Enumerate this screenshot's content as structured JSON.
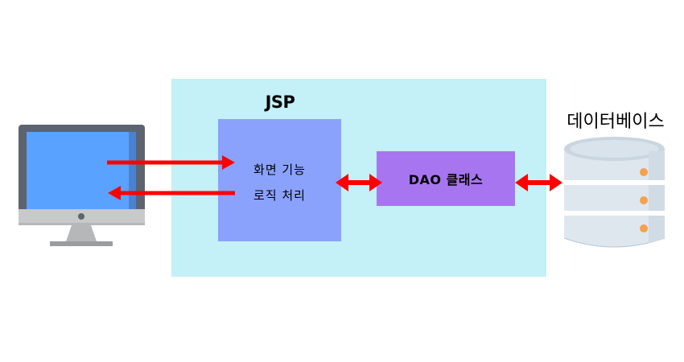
{
  "jsp": {
    "title": "JSP",
    "line1": "화면 기능",
    "line2": "로직 처리"
  },
  "dao": {
    "label": "DAO 클래스"
  },
  "database": {
    "label": "데이터베이스"
  },
  "colors": {
    "region": "#c4f0f7",
    "jsp_box": "#8aa2fb",
    "dao_box": "#a875f0",
    "arrow": "#ff0000",
    "monitor_frame": "#5c6470",
    "monitor_screen": "#5aa2ff",
    "db_body": "#dfe7ee",
    "db_led": "#f5a24a"
  },
  "icons": [
    "monitor-icon",
    "database-icon"
  ]
}
